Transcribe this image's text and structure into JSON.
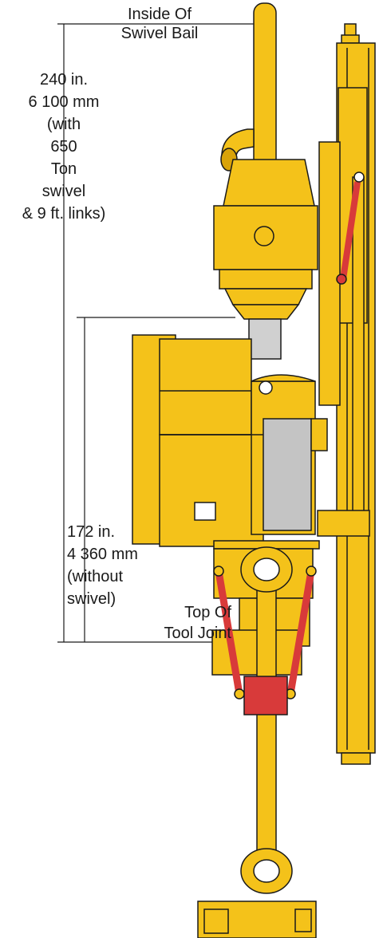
{
  "labels": {
    "top_ref_line1": "Inside Of",
    "top_ref_line2": "Swivel Bail",
    "dim_with_swivel": [
      "240 in.",
      "6 100 mm",
      "(with",
      "650",
      "Ton",
      "swivel",
      "& 9 ft. links)"
    ],
    "dim_without_swivel": [
      "172 in.",
      "4 360 mm",
      "(without",
      "swivel)"
    ],
    "bottom_ref_line1": "Top Of",
    "bottom_ref_line2": "Tool Joint"
  },
  "colors": {
    "machine_yellow": "#f4c21a",
    "machine_shadow": "#d9a30a",
    "outline": "#1a1a1a",
    "cylinder_red": "#d83a3a",
    "panel_gray": "#c4c4c4",
    "steel": "#d0d0d0"
  }
}
